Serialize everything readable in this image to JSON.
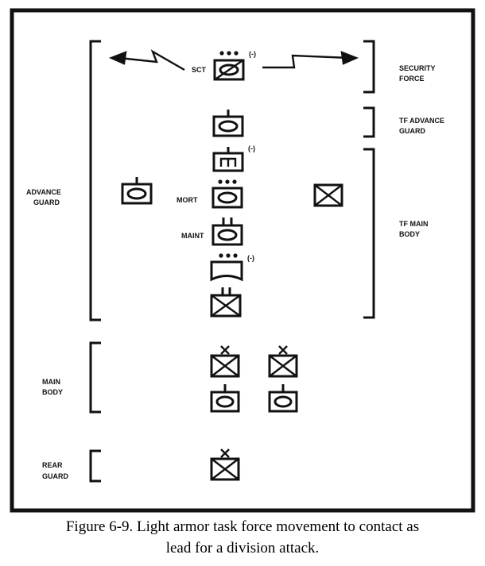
{
  "labels": {
    "sct": "SCT",
    "mort": "MORT",
    "maint": "MAINT",
    "security_force_1": "SECURITY",
    "security_force_2": "FORCE",
    "tf_advance_guard_1": "TF ADVANCE",
    "tf_advance_guard_2": "GUARD",
    "advance_guard_1": "ADVANCE",
    "advance_guard_2": "GUARD",
    "tf_main_body_1": "TF MAIN",
    "tf_main_body_2": "BODY",
    "main_body_1": "MAIN",
    "main_body_2": "BODY",
    "rear_guard_1": "REAR",
    "rear_guard_2": "GUARD"
  },
  "unit_modifiers": {
    "reduced": "(-)"
  },
  "caption": {
    "line1": "Figure 6-9. Light armor task force movement to contact as",
    "line2": "lead for a division attack."
  }
}
